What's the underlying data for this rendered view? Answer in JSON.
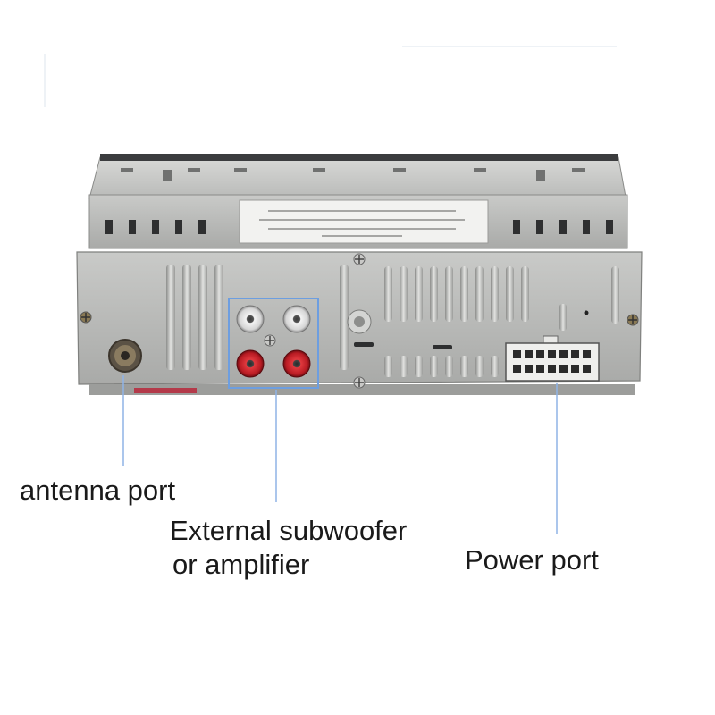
{
  "labels": {
    "antenna": "antenna port",
    "subwoofer_line1": "External subwoofer",
    "subwoofer_line2": "or amplifier",
    "power": "Power port"
  },
  "colors": {
    "chassis": "#b5b6b4",
    "chassis_dark": "#7f807e",
    "highlight_box": "#6d9ee0",
    "leader_line": "#8fb3e6",
    "rca_white": "#e9e9e9",
    "rca_red": "#c8202a"
  }
}
